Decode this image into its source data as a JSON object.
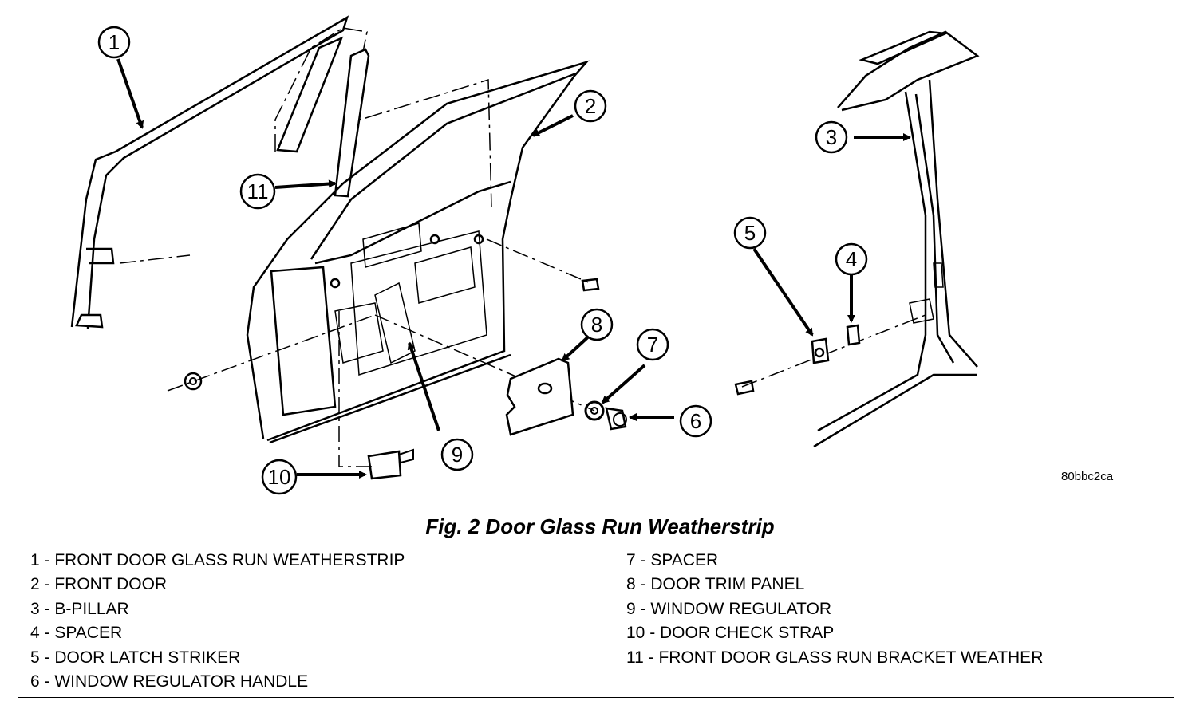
{
  "figure": {
    "caption": "Fig. 2 Door Glass Run Weatherstrip",
    "image_code": "80bbc2ca"
  },
  "callouts": [
    "1",
    "2",
    "3",
    "4",
    "5",
    "6",
    "7",
    "8",
    "9",
    "10",
    "11"
  ],
  "legend": {
    "left": [
      "1 - FRONT DOOR GLASS RUN WEATHERSTRIP",
      "2 - FRONT DOOR",
      "3 - B-PILLAR",
      "4 - SPACER",
      "5 - DOOR LATCH STRIKER",
      "6 - WINDOW REGULATOR HANDLE"
    ],
    "right": [
      "7 - SPACER",
      "8 - DOOR TRIM PANEL",
      "9 - WINDOW REGULATOR",
      "10 - DOOR CHECK STRAP",
      "11 - FRONT DOOR GLASS RUN BRACKET WEATHER"
    ]
  }
}
